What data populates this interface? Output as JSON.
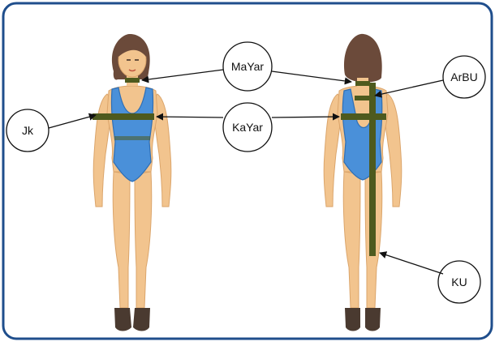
{
  "labels": {
    "neck": "MaYar",
    "back_width": "ArBU",
    "chest": "KaYar",
    "arm": "Jk",
    "length": "KU"
  },
  "colors": {
    "frame": "#1f4e8c",
    "skin": "#f2c48e",
    "skin_shadow": "#dba56b",
    "swimsuit": "#4a90d9",
    "swimsuit_dark": "#2f6fb5",
    "hair": "#6b4a3a",
    "measure_band": "#4e5a1e",
    "sandal": "#4a3a30",
    "arrow": "#111111"
  }
}
